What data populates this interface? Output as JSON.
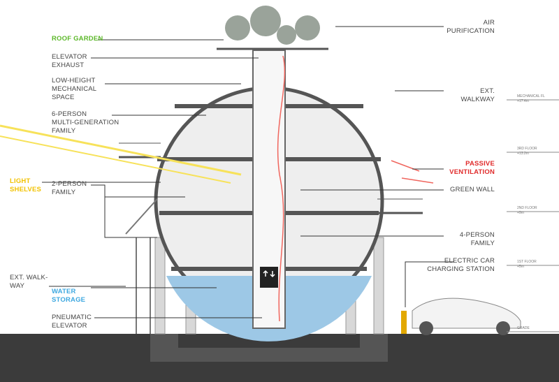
{
  "labels_left": {
    "roof_garden": "ROOF GARDEN",
    "elevator_exhaust": [
      "ELEVATOR",
      "EXHAUST"
    ],
    "mechanical_space": [
      "LOW-HEIGHT",
      "MECHANICAL",
      "SPACE"
    ],
    "six_person": [
      "6-PERSON",
      "MULTI-GENERATION",
      "FAMILY"
    ],
    "light_shelves": [
      "LIGHT",
      "SHELVES"
    ],
    "two_person": [
      "2-PERSON",
      "FAMILY"
    ],
    "ext_walkway": [
      "EXT. WALK-",
      "WAY"
    ],
    "water_storage": [
      "WATER",
      "STORAGE"
    ],
    "pneumatic_elevator": [
      "PNEUMATIC",
      "ELEVATOR"
    ]
  },
  "labels_right": {
    "air_purification": [
      "AIR",
      "PURIFICATION"
    ],
    "ext_walkway": [
      "EXT.",
      "WALKWAY"
    ],
    "passive_ventilation": [
      "PASSIVE",
      "VENTILATION"
    ],
    "green_wall": "GREEN WALL",
    "four_person": [
      "4-PERSON",
      "FAMILY"
    ],
    "charging_station": [
      "ELECTRIC CAR",
      "CHARGING STATION"
    ]
  },
  "levels": [
    {
      "name": "MECHANICAL FL",
      "elev": "+17.4m"
    },
    {
      "name": "3RD FLOOR",
      "elev": "+13.2m"
    },
    {
      "name": "2ND FLOOR",
      "elev": "+9m"
    },
    {
      "name": "1ST FLOOR",
      "elev": "+5m"
    },
    {
      "name": "GRADE",
      "elev": ""
    }
  ],
  "colors": {
    "green": "#5cb82a",
    "yellow": "#f2c200",
    "blue": "#3ea8e0",
    "red": "#e02b2b",
    "ground": "#3a3a3a"
  }
}
